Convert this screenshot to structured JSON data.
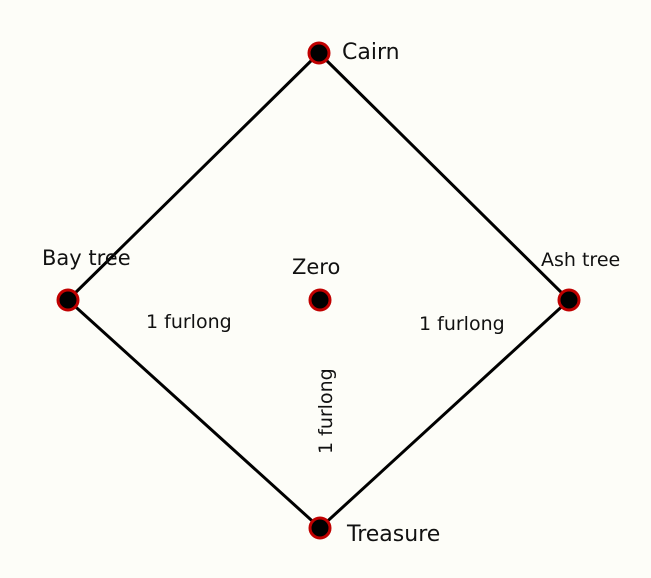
{
  "points": {
    "cairn": {
      "label": "Cairn"
    },
    "bay_tree": {
      "label": "Bay tree"
    },
    "ash_tree": {
      "label": "Ash tree"
    },
    "zero": {
      "label": "Zero"
    },
    "treasure": {
      "label": "Treasure"
    }
  },
  "distances": {
    "left": "1 furlong",
    "right": "1 furlong",
    "vertical": "1 furlong"
  },
  "colors": {
    "background": "#fdfdf8",
    "line": "#000000",
    "node_fill": "#000000",
    "node_outline": "#c00000"
  }
}
